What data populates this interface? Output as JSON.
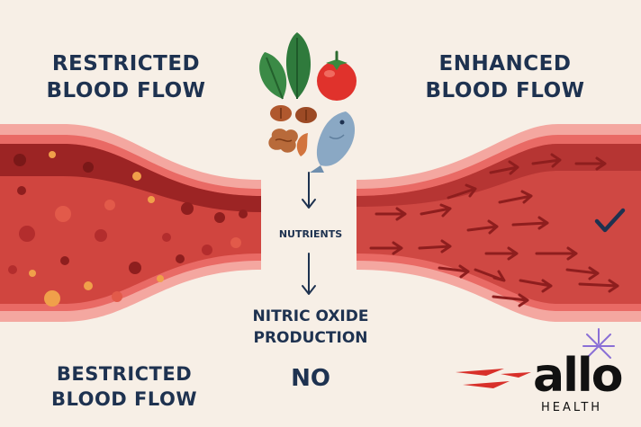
{
  "headings": {
    "left_line1": "RESTRICTED",
    "left_line2": "BLOOD FLOW",
    "right_line1": "ENHANCED",
    "right_line2": "BLOOD FLOW",
    "bottom_line1": "BESTRICTED",
    "bottom_line2": "BLOOD FLOW"
  },
  "center": {
    "nutrients": "NUTRIENTS",
    "nitric_line1": "NITRIC OXIDE",
    "nitric_line2": "PRODUCTION",
    "no": "NO"
  },
  "logo": {
    "text": "allo",
    "sub": "HEALTH"
  },
  "icons": [
    "spinach-leaf-icon",
    "tomato-icon",
    "nuts-icon",
    "fish-icon",
    "checkmark-icon",
    "down-arrow-icon"
  ],
  "colors": {
    "navy": "#1e3250",
    "vessel_outer": "#f08a84",
    "vessel_wall": "#e96a65",
    "blood": "#c0352f",
    "blood_dark": "#8e1e1e",
    "background": "#f7efe6"
  }
}
